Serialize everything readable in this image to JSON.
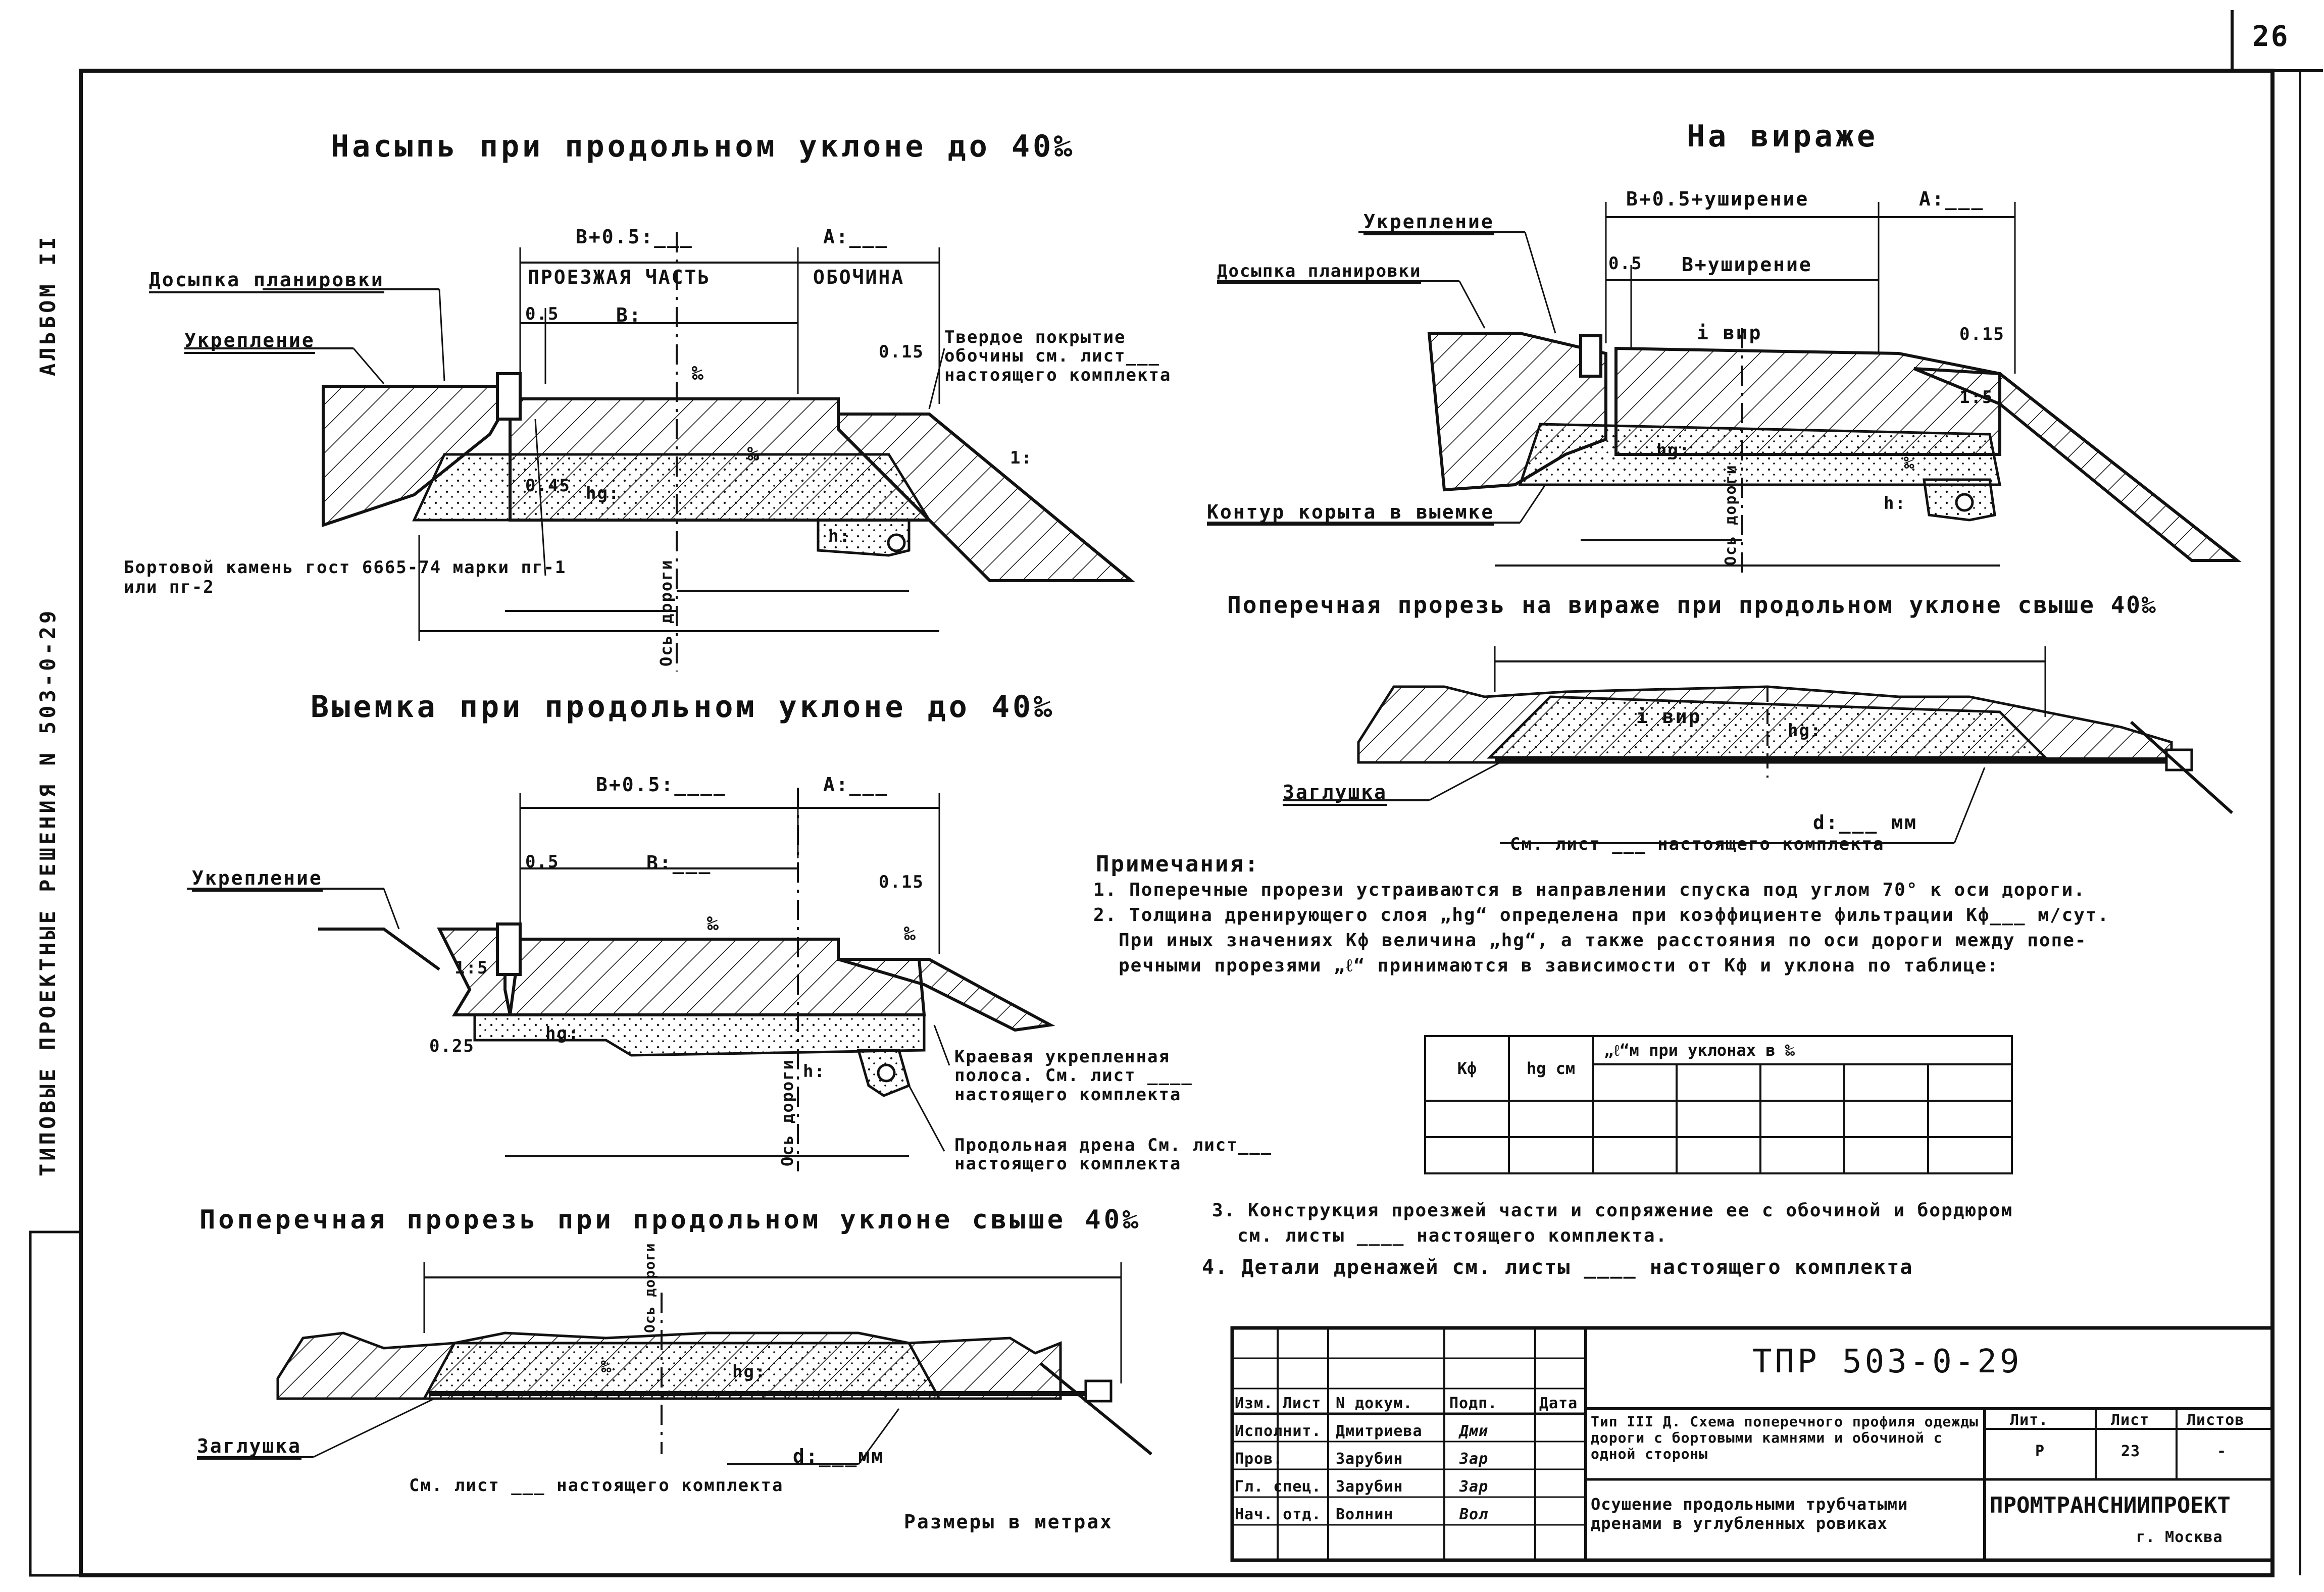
{
  "sheet": {
    "number": "26",
    "album": "АЛЬБОМ II",
    "side_title": "ТИПОВЫЕ ПРОЕКТНЫЕ РЕШЕНИЯ N 503-0-29"
  },
  "fill_blank": "___",
  "sections": {
    "embankment": {
      "title": "Насыпь при продольном уклоне до 40‰",
      "labels": {
        "width_total": "В+0.5:___",
        "width_a": "А:___",
        "carriageway": "ПРОЕЗЖАЯ ЧАСТЬ",
        "shoulder": "ОБОЧИНА",
        "dim_05": "0.5",
        "dim_b": "В:",
        "dim_015": "0.15",
        "permille": "‰",
        "backfill": "Досыпка планировки",
        "reinforcement": "Укрепление",
        "hard_cover": "Твердое покрытие обочины см. лист___ настоящего комплекта",
        "curb": "Бортовой камень гост 6665-74 марки пг-1 или пг-2",
        "dim_045": "0.45",
        "hg": "hg:",
        "h": "h:",
        "slope": "1:",
        "axis": "Ось дороги"
      }
    },
    "cutting": {
      "title": "Выемка при продольном уклоне до 40‰",
      "labels": {
        "width_total": "В+0.5:____",
        "width_a": "А:___",
        "dim_05": "0.5",
        "dim_b": "В:___",
        "dim_015": "0.15",
        "permille": "‰",
        "reinforcement": "Укрепление",
        "dim_025": "0.25",
        "hg": "hg:",
        "h": "h:",
        "edge_strip": "Краевая укрепленная полоса. См. лист ____ настоящего комплекта",
        "drain": "Продольная дрена См. лист___ настоящего комплекта",
        "axis": "Ось дороги",
        "slope_15": "1:5"
      }
    },
    "cross_cut": {
      "title": "Поперечная прорезь при продольном уклоне свыше 40‰",
      "labels": {
        "plug": "Заглушка",
        "diameter": "d:___мм",
        "sheet_ref": "См. лист ___ настоящего комплекта",
        "axis": "Ось дороги",
        "hg": "hg:",
        "permille": "‰",
        "units": "Размеры в метрах"
      }
    },
    "bend": {
      "title": "На вираже",
      "labels": {
        "width_total": "В+0.5+уширение",
        "width_a": "А:___",
        "width_b": "В+уширение",
        "dim_05": "0.5",
        "dim_015": "0.15",
        "reinforcement": "Укрепление",
        "backfill": "Досыпка планировки",
        "i_vir": "i вир",
        "hg": "hg:",
        "h": "h:",
        "permille": "‰",
        "trough": "Контур корыта в выемке",
        "axis": "Ось дороги",
        "slope_15": "1:5"
      }
    },
    "bend_cut": {
      "title": "Поперечная прорезь на вираже при продольном уклоне свыше 40‰",
      "labels": {
        "plug": "Заглушка",
        "i_vir": "i вир",
        "hg": "hg:",
        "diameter": "d:___ мм",
        "sheet_ref": "См. лист ___ настоящего комплекта"
      }
    }
  },
  "notes": {
    "heading": "Примечания:",
    "lines": [
      "1. Поперечные прорези устраиваются в направлении спуска под углом 70° к оси дороги.",
      "2. Толщина дренирующего слоя „hg“ определена при коэффициенте фильтрации Кф___ м/сут.",
      "При иных значениях Кф величина „hg“, а также расстояния по оси дороги между попе-",
      "речными прорезями „ℓ“ принимаются в зависимости от Кф и уклона по таблице:"
    ],
    "line3": [
      "3. Конструкция проезжей части и сопряжение ее с обочиной и бордюром",
      "см. листы ____ настоящего комплекта."
    ],
    "line4": "4. Детали дренажей см. листы ____ настоящего комплекта"
  },
  "kf_table": {
    "headers": [
      "Кф",
      "hg см",
      "„ℓ“м при уклонах в ‰"
    ]
  },
  "title_block": {
    "doc_code": "ТПР 503-0-29",
    "roles": [
      "Изм.",
      "Лист",
      "N докум.",
      "Подп.",
      "Дата"
    ],
    "staff": [
      {
        "role": "Исполнит.",
        "name": "Дмитриева",
        "sign": "Дми"
      },
      {
        "role": "Пров.",
        "name": "Зарубин",
        "sign": "Зар"
      },
      {
        "role": "Гл. спец.",
        "name": "Зарубин",
        "sign": "Зар"
      },
      {
        "role": "Нач. отд.",
        "name": "Волнин",
        "sign": "Вол"
      }
    ],
    "description": "Тип III Д. Схема поперечного профиля одежды дороги с бортовыми камнями и обочиной с одной стороны",
    "subject": "Осушение продольными трубчатыми дренами в углубленных ровиках",
    "stage_label": "Лит.",
    "sheet_label": "Лист",
    "sheets_label": "Листов",
    "stage": "Р",
    "sheet": "23",
    "sheets": "-",
    "org": "ПРОМТРАНСНИИПРОЕКТ",
    "city": "г. Москва"
  }
}
